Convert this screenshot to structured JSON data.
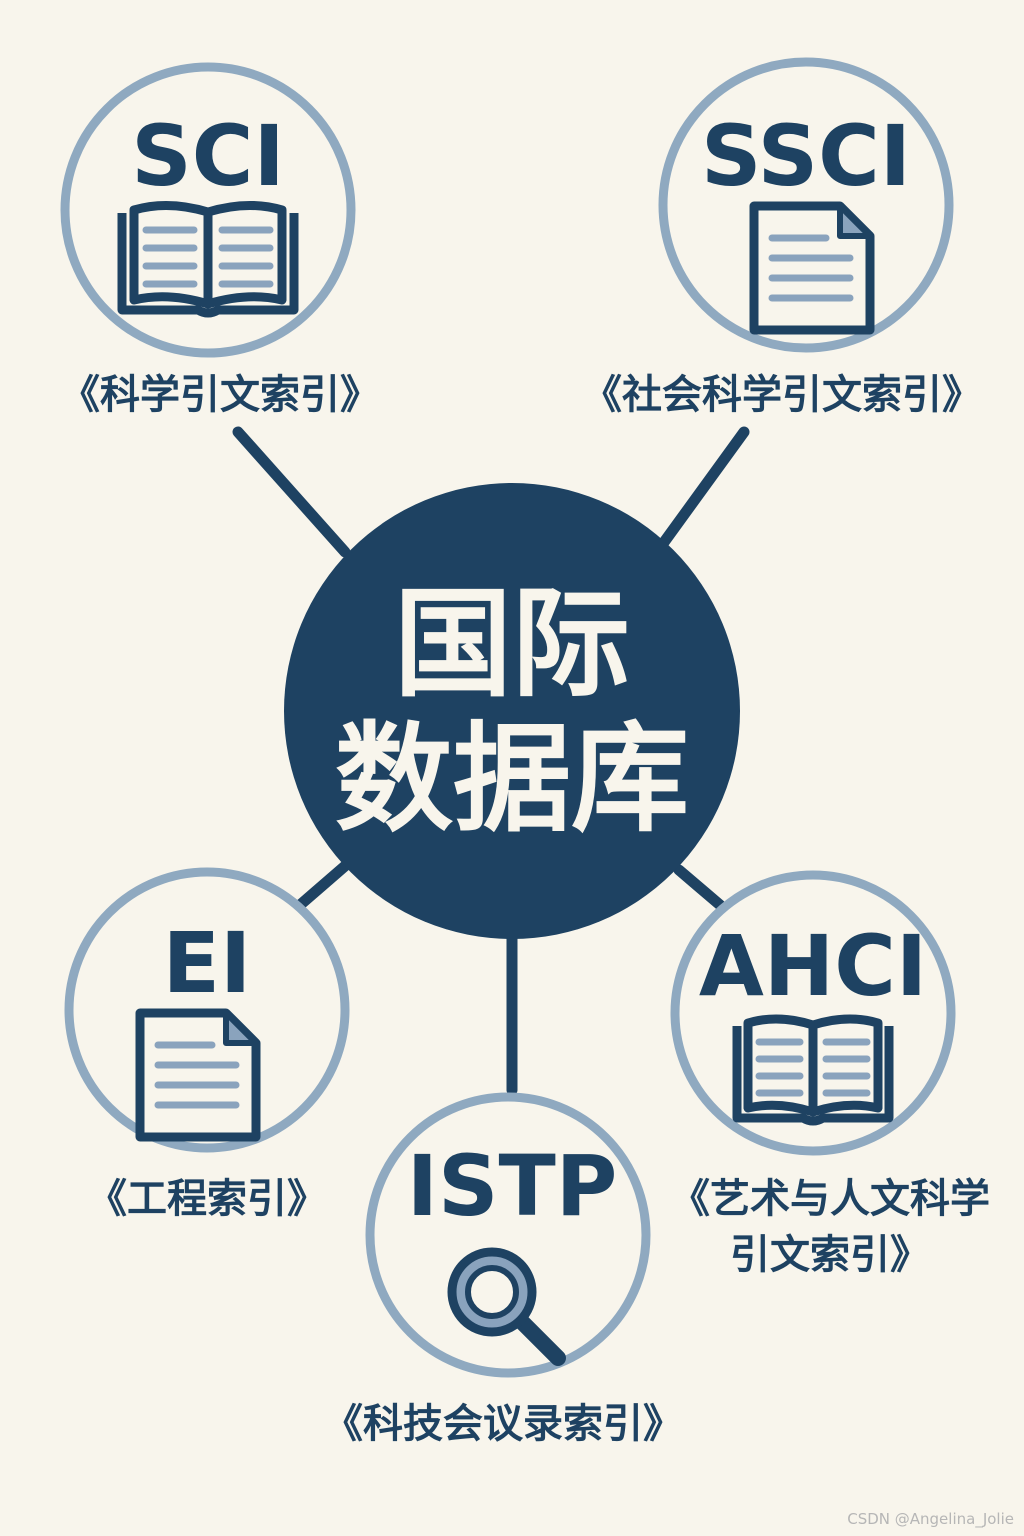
{
  "colors": {
    "background": "#f8f5ec",
    "navy": "#1e4262",
    "ring": "#8fa9c0",
    "light_blue": "#8aa3bd",
    "line": "#1e4262"
  },
  "center": {
    "line1": "国际",
    "line2": "数据库"
  },
  "nodes": {
    "sci": {
      "code": "SCI",
      "label": "《科学引文索引》",
      "icon": "book-icon"
    },
    "ssci": {
      "code": "SSCI",
      "label": "《社会科学引文索引》",
      "icon": "document-icon"
    },
    "ei": {
      "code": "EI",
      "label": "《工程索引》",
      "icon": "document-icon"
    },
    "istp": {
      "code": "ISTP",
      "label": "《科技会议录索引》",
      "icon": "magnifier-icon"
    },
    "ahci": {
      "code": "AHCI",
      "label_line1": "《艺术与人文科学",
      "label_line2": "引文索引》",
      "icon": "book-icon"
    }
  },
  "credit": "CSDN @Angelina_Jolie"
}
